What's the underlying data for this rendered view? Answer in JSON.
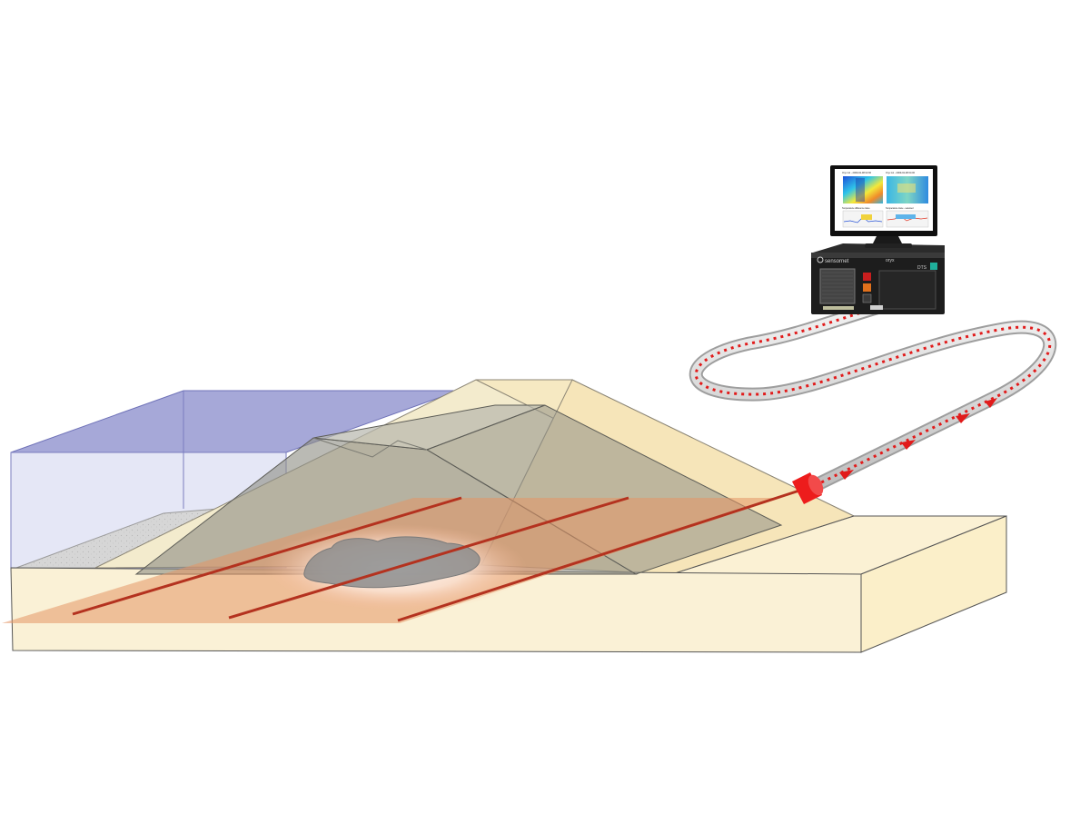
{
  "colors": {
    "sand": "#f7ecc8",
    "sand_edge": "#ead9a4",
    "water": "#a9abd9",
    "water_light": "#e4e6f5",
    "gravel": "#d3d3d3",
    "core": "#9f9f8f",
    "core_top": "#bcbcb0",
    "foundation": "#e6a57c",
    "fiber": "#b4321f",
    "cable_red": "#e11b1b",
    "cable_sheath": "#d4d4d4",
    "seepage": "#8d8d8d",
    "seepage_glow": "#f7cbb4",
    "device_body": "#1d1d1d",
    "monitor_frame": "#0f0f0f"
  },
  "icons": {
    "cable_arrow": "arrow-icon",
    "device_logo": "logo-icon"
  },
  "device": {
    "brand": "sensornet",
    "model": "oryx",
    "badge": "DTS"
  },
  "monitor": {
    "panel1_title": "Oryx A1 - 2009-02-08 02:00",
    "panel2_title": "Oryx A1 - 2009-02-08 04:00",
    "panel3_title": "Temperature difference trace",
    "panel4_title": "Temperature trace - selected"
  }
}
